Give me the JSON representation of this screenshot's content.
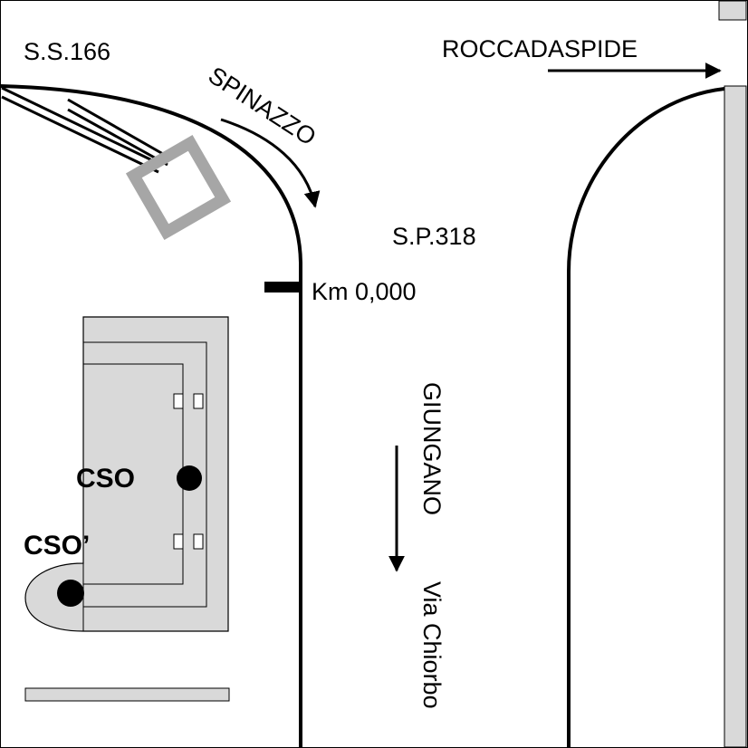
{
  "labels": {
    "ss166": "S.S.166",
    "spinazzo": "SPINAZZO",
    "roccadaspide": "ROCCADASPIDE",
    "sp318": "S.P.318",
    "km": "Km 0,000",
    "giungano": "GIUNGANO",
    "via_chiorbo": "Via Chiorbo",
    "cso": "CSO",
    "cso_prime": "CSO’"
  },
  "colors": {
    "road": "#000000",
    "building_fill": "#d9d9d9",
    "building_stroke": "#000000",
    "square_marker": "#a6a6a6",
    "border_strip": "#d9d9d9",
    "station_dot": "#000000"
  }
}
